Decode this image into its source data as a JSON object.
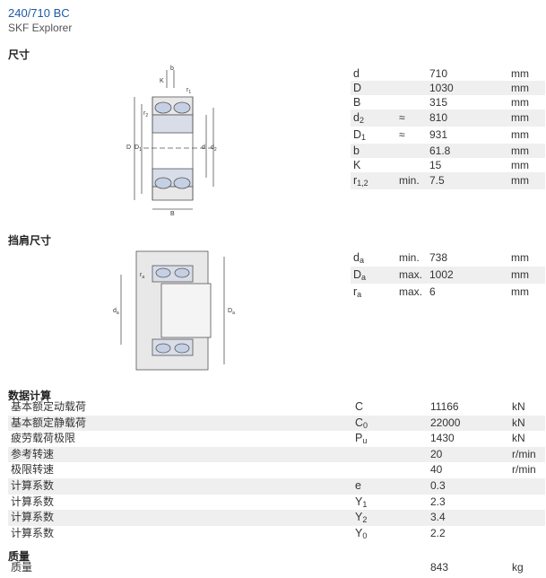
{
  "header": {
    "title": "240/710 BC",
    "subtitle": "SKF Explorer"
  },
  "dimensions": {
    "heading": "尺寸",
    "rows": [
      {
        "sym": "d",
        "sub": "",
        "qual": "",
        "val": "710",
        "unit": "mm"
      },
      {
        "sym": "D",
        "sub": "",
        "qual": "",
        "val": "1030",
        "unit": "mm"
      },
      {
        "sym": "B",
        "sub": "",
        "qual": "",
        "val": "315",
        "unit": "mm"
      },
      {
        "sym": "d",
        "sub": "2",
        "qual": "≈",
        "val": "810",
        "unit": "mm"
      },
      {
        "sym": "D",
        "sub": "1",
        "qual": "≈",
        "val": "931",
        "unit": "mm"
      },
      {
        "sym": "b",
        "sub": "",
        "qual": "",
        "val": "61.8",
        "unit": "mm"
      },
      {
        "sym": "K",
        "sub": "",
        "qual": "",
        "val": "15",
        "unit": "mm"
      },
      {
        "sym": "r",
        "sub": "1,2",
        "qual": "min.",
        "val": "7.5",
        "unit": "mm"
      }
    ]
  },
  "abutment": {
    "heading": "挡肩尺寸",
    "rows": [
      {
        "sym": "d",
        "sub": "a",
        "qual": "min.",
        "val": "738",
        "unit": "mm"
      },
      {
        "sym": "D",
        "sub": "a",
        "qual": "max.",
        "val": "1002",
        "unit": "mm"
      },
      {
        "sym": "r",
        "sub": "a",
        "qual": "max.",
        "val": "6",
        "unit": "mm"
      }
    ]
  },
  "calculation": {
    "heading": "数据计算",
    "rows": [
      {
        "label": "基本额定动载荷",
        "sym": "C",
        "sub": "",
        "val": "11166",
        "unit": "kN"
      },
      {
        "label": "基本额定静载荷",
        "sym": "C",
        "sub": "0",
        "val": "22000",
        "unit": "kN"
      },
      {
        "label": "疲劳载荷极限",
        "sym": "P",
        "sub": "u",
        "val": "1430",
        "unit": "kN"
      },
      {
        "label": "参考转速",
        "sym": "",
        "sub": "",
        "val": "20",
        "unit": "r/min"
      },
      {
        "label": "极限转速",
        "sym": "",
        "sub": "",
        "val": "40",
        "unit": "r/min"
      },
      {
        "label": "计算系数",
        "sym": "e",
        "sub": "",
        "val": "0.3",
        "unit": ""
      },
      {
        "label": "计算系数",
        "sym": "Y",
        "sub": "1",
        "val": "2.3",
        "unit": ""
      },
      {
        "label": "计算系数",
        "sym": "Y",
        "sub": "2",
        "val": "3.4",
        "unit": ""
      },
      {
        "label": "计算系数",
        "sym": "Y",
        "sub": "0",
        "val": "2.2",
        "unit": ""
      }
    ]
  },
  "mass": {
    "heading": "质量",
    "rows": [
      {
        "label": "质量",
        "sym": "",
        "sub": "",
        "val": "843",
        "unit": "kg"
      }
    ]
  },
  "drawing1": {
    "labels": {
      "b": "b",
      "K": "K",
      "r1": "r",
      "r1_sub": "1",
      "r2": "r",
      "r2_sub": "2",
      "D": "D",
      "D1": "D",
      "D1_sub": "1",
      "d": "d",
      "d2": "d",
      "d2_sub": "2",
      "B": "B"
    }
  },
  "drawing2": {
    "labels": {
      "ra": "r",
      "ra_sub": "a",
      "da": "d",
      "da_sub": "a",
      "Da": "D",
      "Da_sub": "a"
    }
  }
}
